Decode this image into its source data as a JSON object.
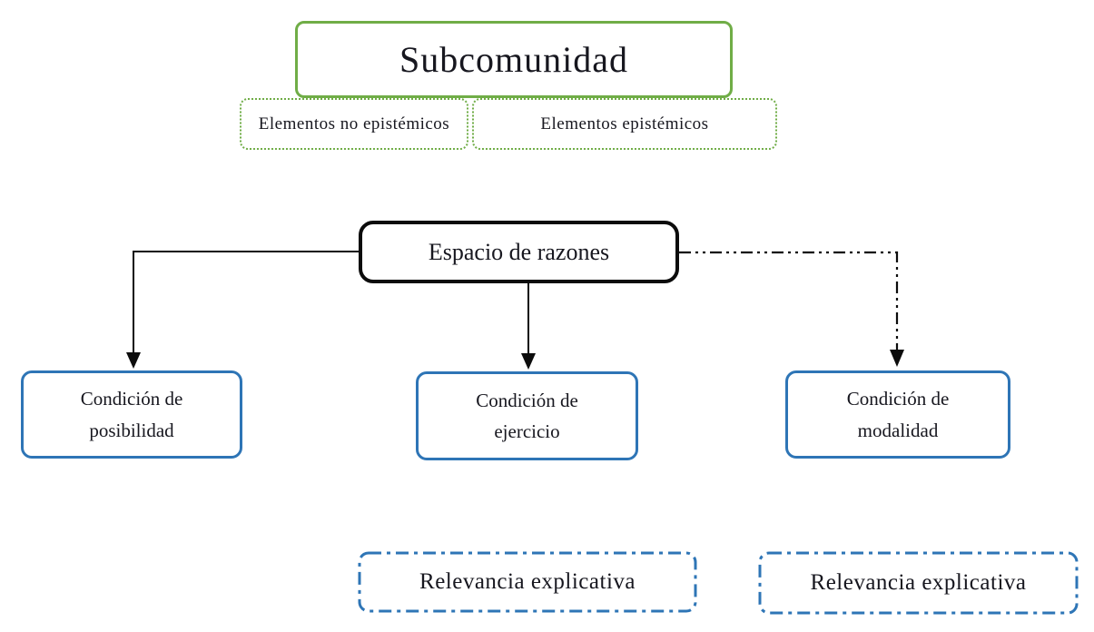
{
  "colors": {
    "green": "#70AD47",
    "blue": "#2E75B6",
    "ink": "#17171f",
    "line": "#0c0c0c",
    "background": "#ffffff"
  },
  "nodes": {
    "subcomunidad": {
      "label": "Subcomunidad"
    },
    "elementos_no_epistemicos": {
      "label": "Elementos no epistémicos"
    },
    "elementos_epistemicos": {
      "label": "Elementos epistémicos"
    },
    "espacio_de_razones": {
      "label": "Espacio de razones"
    },
    "condicion_de_posibilidad": {
      "label": "Condición de posibilidad"
    },
    "condicion_de_ejercicio": {
      "label": "Condición de ejercicio"
    },
    "condicion_de_modalidad": {
      "label": "Condición de modalidad"
    },
    "relevancia_explicativa_izquierda": {
      "label": "Relevancia explicativa"
    },
    "relevancia_explicativa_derecha": {
      "label": "Relevancia explicativa"
    }
  },
  "edges": [
    {
      "from": "espacio_de_razones",
      "to": "condicion_de_posibilidad",
      "style": "solid-elbow-arrow"
    },
    {
      "from": "espacio_de_razones",
      "to": "condicion_de_ejercicio",
      "style": "solid-straight-arrow"
    },
    {
      "from": "espacio_de_razones",
      "to": "condicion_de_modalidad",
      "style": "dash-dot-elbow-arrow"
    }
  ]
}
